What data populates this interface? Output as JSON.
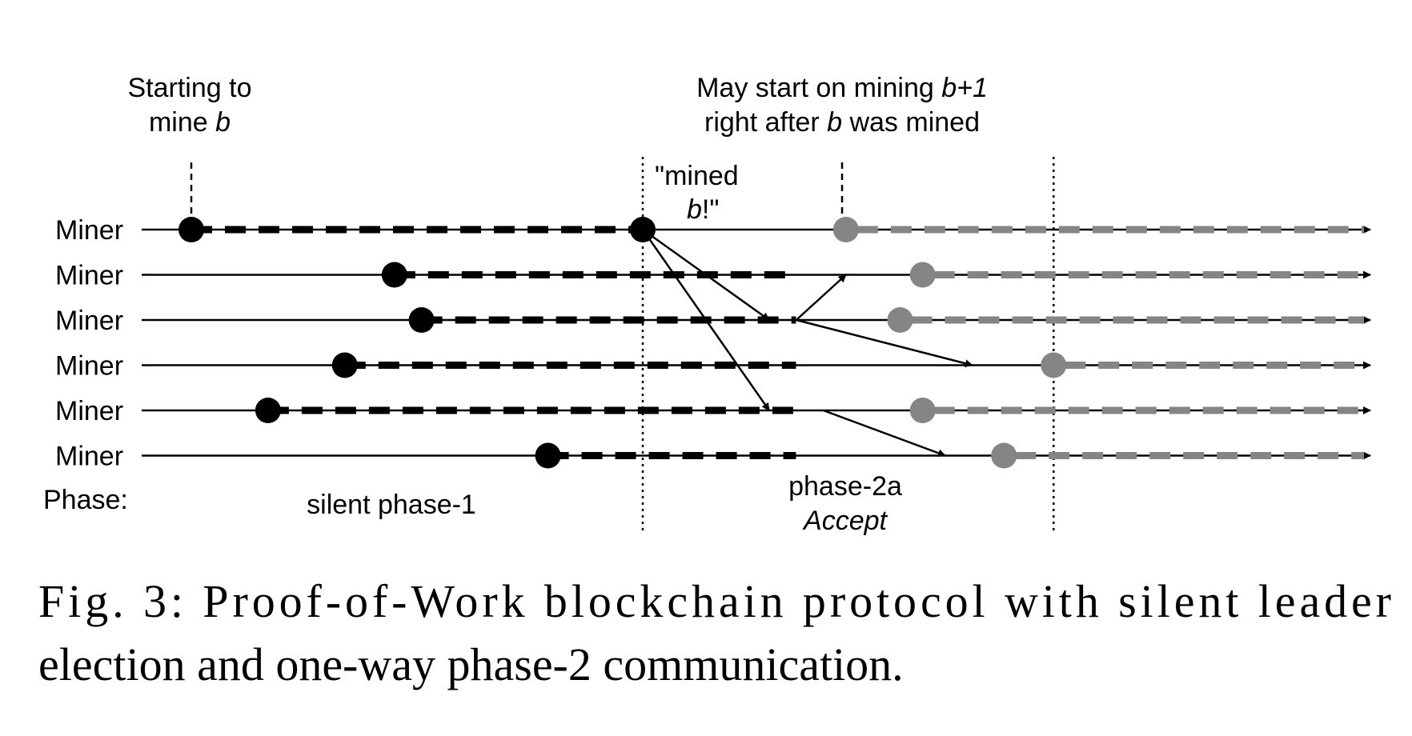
{
  "annotations": {
    "start_mine": {
      "line1": "Starting to",
      "line2_text": "mine ",
      "line2_var": "b"
    },
    "mined": {
      "line1": "\"mined",
      "line2_var": "b",
      "line2_text": "!\""
    },
    "may_start": {
      "line1_text": "May start on mining ",
      "line1_var": "b+1",
      "line2_text_a": "right after ",
      "line2_var": "b",
      "line2_text_b": " was mined"
    }
  },
  "miners": [
    {
      "label": "Miner",
      "start_time": 0.0,
      "mined": true,
      "mined_time": 1.0,
      "next_start": 1.45
    },
    {
      "label": "Miner",
      "start_time": 0.45,
      "next_start": 1.62
    },
    {
      "label": "Miner",
      "start_time": 0.51,
      "next_start": 1.57
    },
    {
      "label": "Miner",
      "start_time": 0.34,
      "next_start": 1.91
    },
    {
      "label": "Miner",
      "start_time": 0.17,
      "next_start": 1.62
    },
    {
      "label": "Miner",
      "start_time": 0.79,
      "next_start": 1.8
    }
  ],
  "messages": [
    {
      "from_miner": 0,
      "from_time": 1.0,
      "to_miner": 2,
      "to_time": 1.28
    },
    {
      "from_miner": 0,
      "from_time": 1.0,
      "to_miner": 4,
      "to_time": 1.28
    },
    {
      "from_miner": 2,
      "from_time": 1.34,
      "to_miner": 1,
      "to_time": 1.45
    },
    {
      "from_miner": 2,
      "from_time": 1.34,
      "to_miner": 3,
      "to_time": 1.73
    },
    {
      "from_miner": 4,
      "from_time": 1.4,
      "to_miner": 5,
      "to_time": 1.67
    }
  ],
  "phase_boundaries": [
    1.0,
    1.91
  ],
  "phases": {
    "header": "Phase:",
    "silent": "silent phase-1",
    "phase2a": "phase-2a",
    "accept": "Accept"
  },
  "caption": {
    "line1": "Fig. 3: Proof-of-Work blockchain protocol with silent leader",
    "line2": "election and one-way phase-2 communication."
  },
  "colors": {
    "ink": "#000000",
    "next_round": "#858585"
  }
}
